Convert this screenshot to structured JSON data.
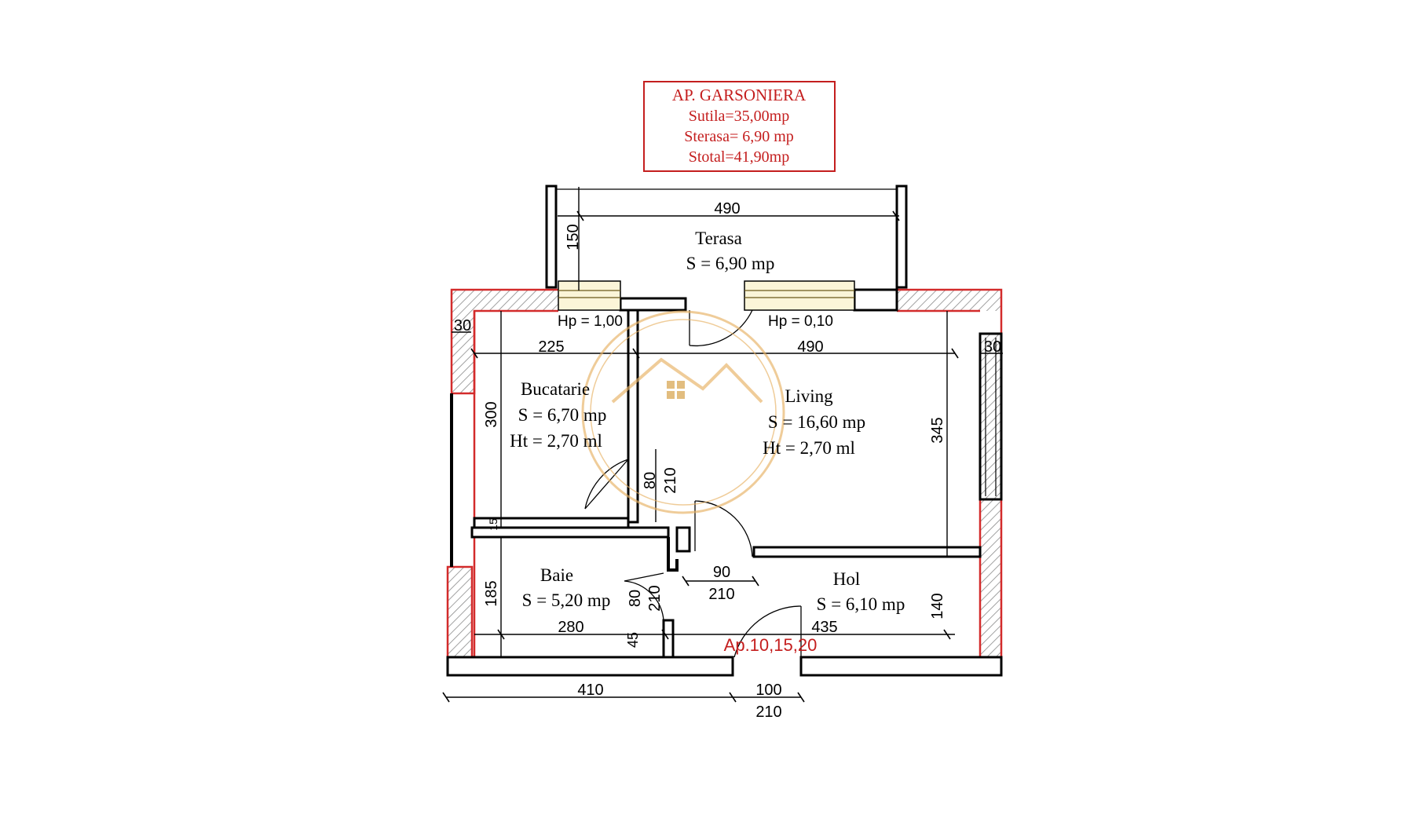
{
  "summary": {
    "title": "AP. GARSONIERA",
    "lines": [
      "Sutila=35,00mp",
      "Sterasa= 6,90 mp",
      "Stotal=41,90mp"
    ]
  },
  "rooms": {
    "terasa": {
      "name": "Terasa",
      "area": "S = 6,90 mp"
    },
    "bucatarie": {
      "name": "Bucatarie",
      "area": "S = 6,70 mp",
      "height": "Ht = 2,70 ml"
    },
    "living": {
      "name": "Living",
      "area": "S = 16,60 mp",
      "height": "Ht = 2,70 ml"
    },
    "baie": {
      "name": "Baie",
      "area": "S = 5,20 mp"
    },
    "hol": {
      "name": "Hol",
      "area": "S = 6,10 mp"
    }
  },
  "windows": {
    "kitchen_sill": "Hp = 1,00",
    "living_sill": "Hp = 0,10"
  },
  "dimensions": {
    "terasa_width": "490",
    "terasa_depth": "150",
    "wall_left": "30",
    "wall_right": "30",
    "kitchen_width": "225",
    "living_width": "490",
    "kitchen_depth": "300",
    "living_depth": "345",
    "kitchen_door_w": "80",
    "kitchen_door_h": "210",
    "bath_door_w": "80",
    "bath_door_h": "210",
    "hall_door_w": "90",
    "hall_door_h": "210",
    "bath_depth": "185",
    "bath_width": "280",
    "bath_wall": "45",
    "hall_width": "435",
    "hall_depth": "140",
    "bottom_left": "410",
    "entry_width": "100",
    "entry_height": "210",
    "wall_small": "15"
  },
  "apartment_numbers": "Ap.10,15,20",
  "watermark_icon": "house-logo-icon"
}
